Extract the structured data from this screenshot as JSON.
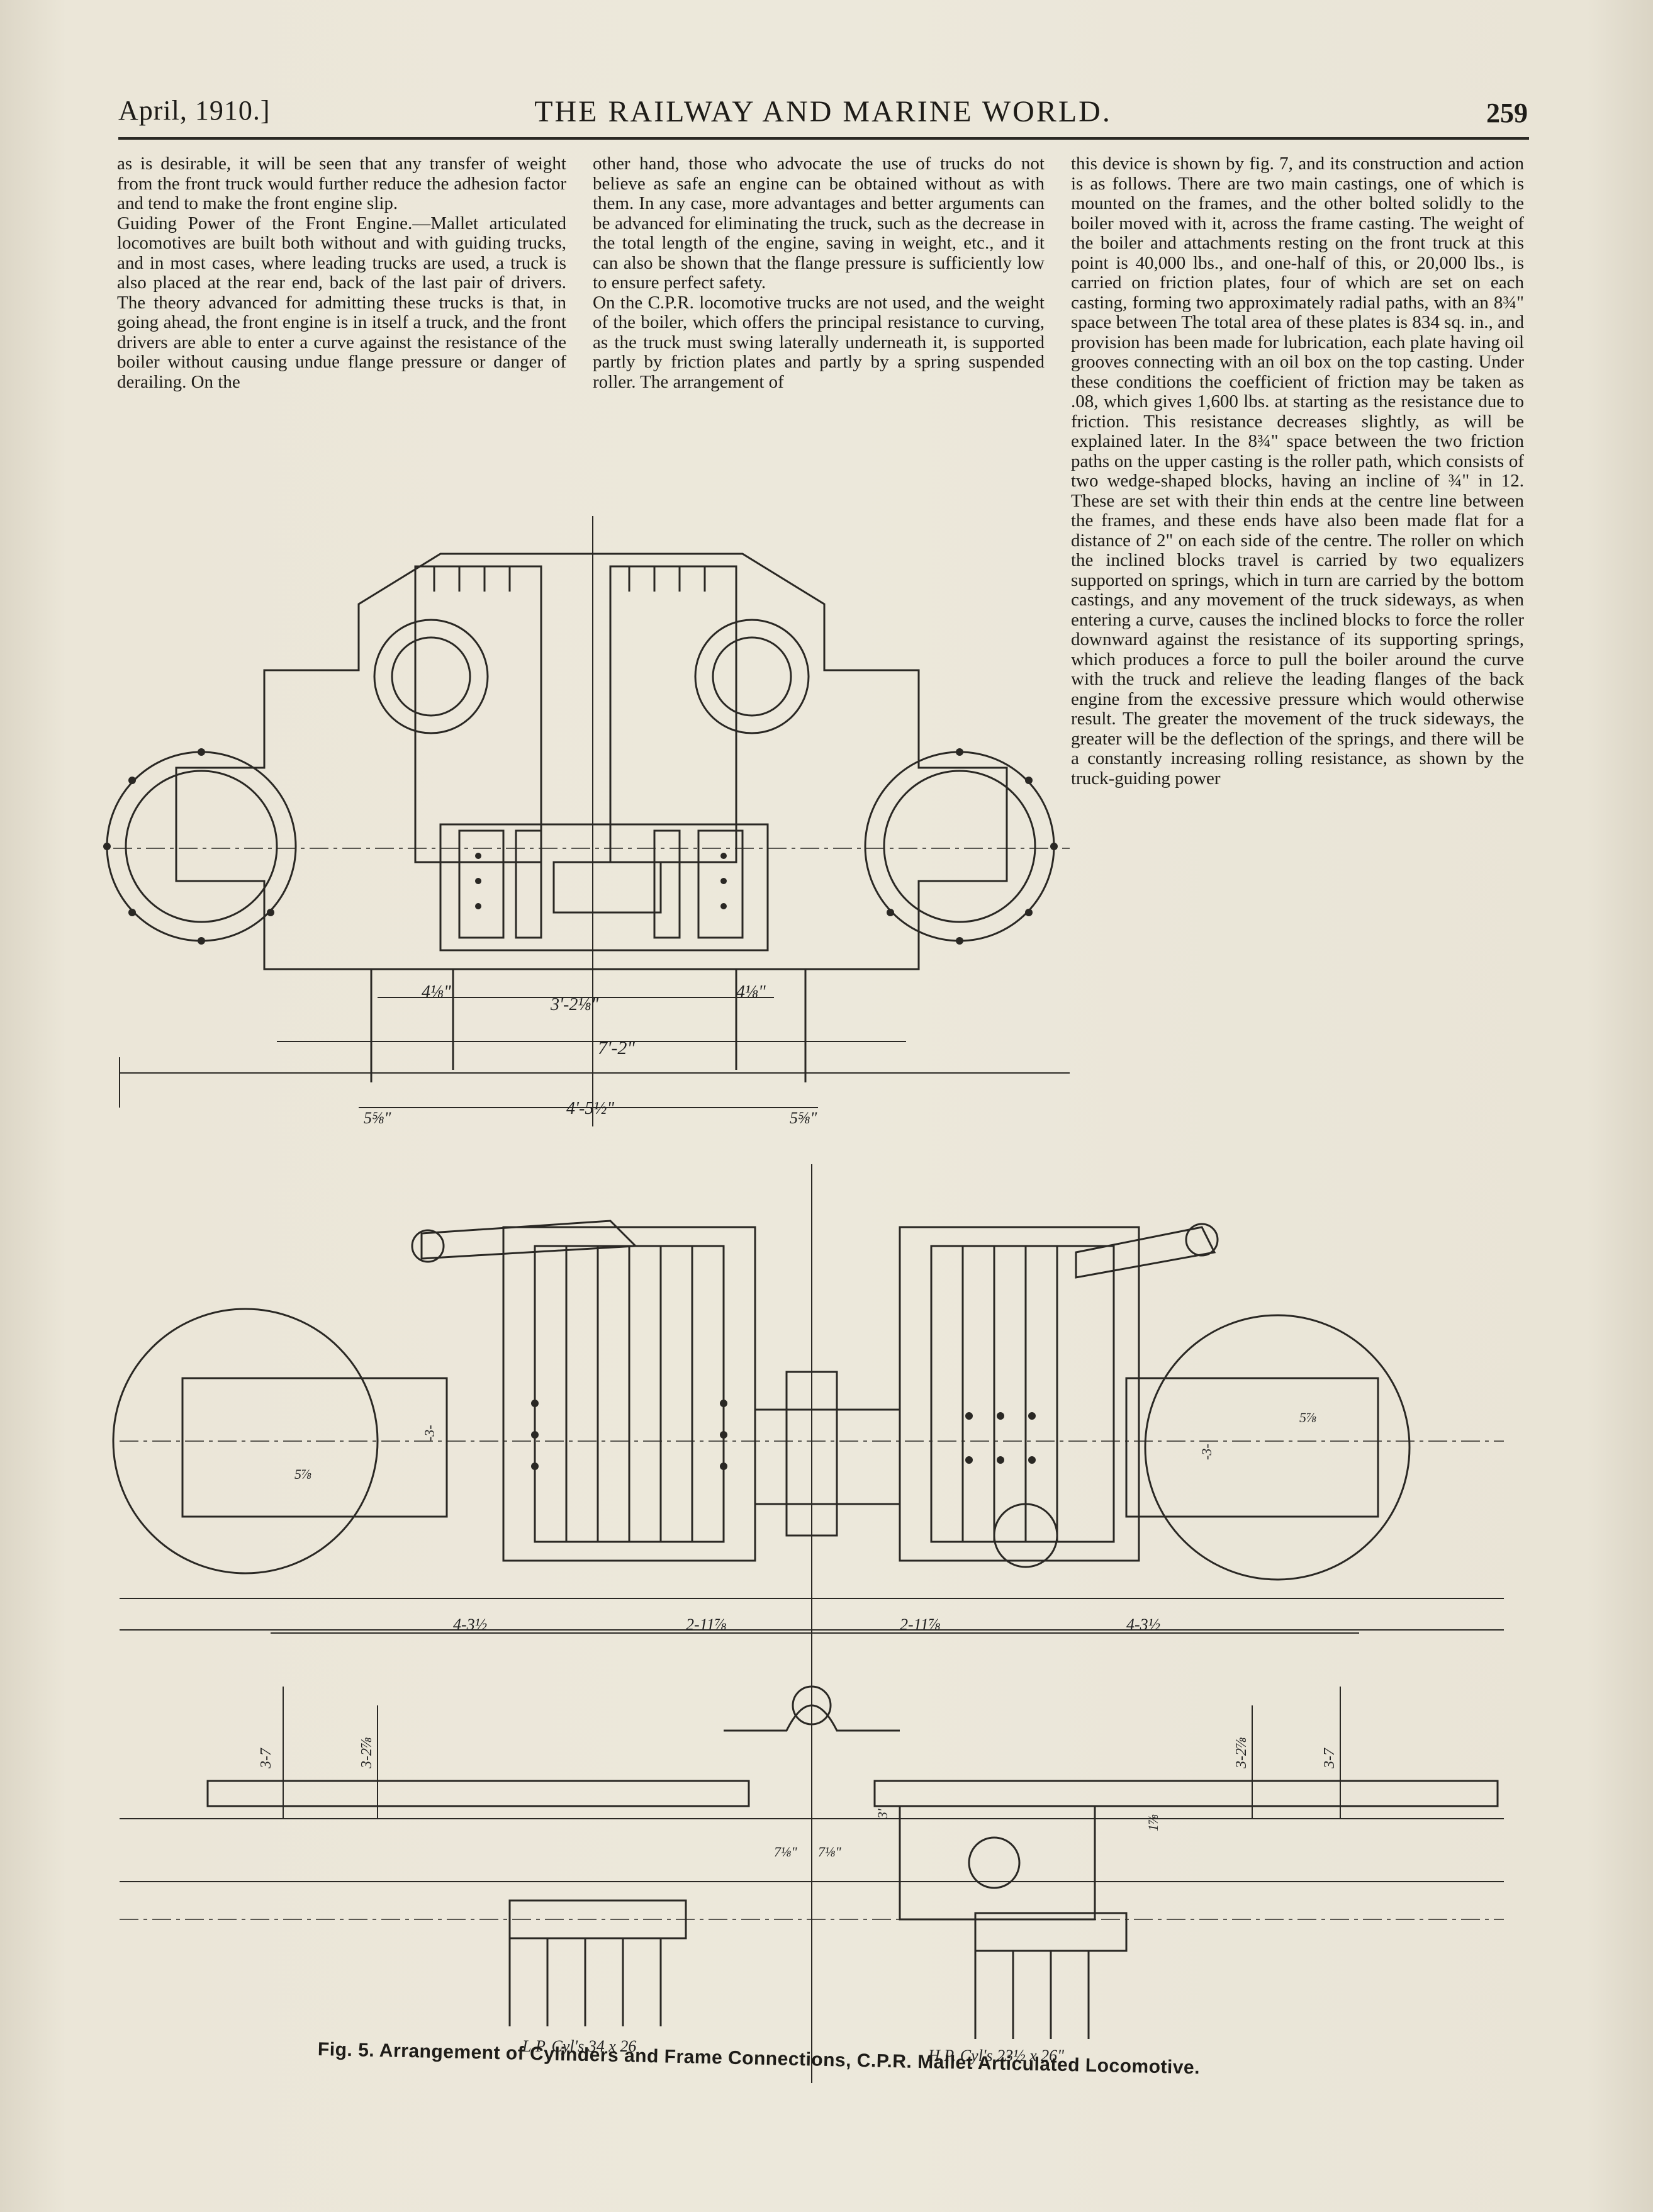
{
  "header": {
    "date": "April, 1910.]",
    "title": "THE RAILWAY AND MARINE WORLD.",
    "page_number": "259"
  },
  "columns": {
    "col1": "as is desirable, it will be seen that any transfer of weight from the front truck would further reduce the adhesion factor and tend to make the front engine slip.\nGuiding Power of the Front Engine.—Mallet articulated locomotives are built both without and with guiding trucks, and in most cases, where leading trucks are used, a truck is also placed at the rear end, back of the last pair of drivers. The theory advanced for admitting these trucks is that, in going ahead, the front engine is in itself a truck, and the front drivers are able to enter a curve against the resistance of the boiler without causing undue flange pressure or danger of derailing. On the",
    "col2": "other hand, those who advocate the use of trucks do not believe as safe an engine can be obtained without as with them. In any case, more advantages and better arguments can be advanced for eliminating the truck, such as the decrease in the total length of the engine, saving in weight, etc., and it can also be shown that the flange pressure is sufficiently low to ensure perfect safety.\nOn the C.P.R. locomotive trucks are not used, and the weight of the boiler, which offers the principal resistance to curving, as the truck must swing laterally underneath it, is supported partly by friction plates and partly by a spring suspended roller. The arrangement of",
    "col3": "this device is shown by fig. 7, and its construction and action is as follows. There are two main castings, one of which is mounted on the frames, and the other bolted solidly to the boiler moved with it, across the frame casting. The weight of the boiler and attachments resting on the front truck at this point is 40,000 lbs., and one-half of this, or 20,000 lbs., is carried on friction plates, four of which are set on each casting, forming two approximately radial paths, with an 8¾\" space between The total area of these plates is 834 sq. in., and provision has been made for lubrication, each plate having oil grooves connecting with an oil box on the top casting. Under these conditions the coefficient of friction may be taken as .08, which gives 1,600 lbs. at starting as the resistance due to friction. This resistance decreases slightly, as will be explained later. In the 8¾\" space between the two friction paths on the upper casting is the roller path, which consists of two wedge-shaped blocks, having an incline of ¾\" in 12. These are set with their thin ends at the centre line between the frames, and these ends have also been made flat for a distance of 2\" on each side of the centre. The roller on which the inclined blocks travel is carried by two equalizers supported on springs, which in turn are carried by the bottom castings, and any movement of the truck sideways, as when entering a curve, causes the inclined blocks to force the roller downward against the resistance of its supporting springs, which produces a force to pull the boiler around the curve with the truck and relieve the leading flanges of the back engine from the excessive pressure which would otherwise result. The greater the movement of the truck sideways, the greater will be the deflection of the springs, and there will be a constantly increasing rolling resistance, as shown by the truck-guiding power"
  },
  "figure_top": {
    "dims": [
      "4⅛\"",
      "3'-2⅛\"",
      "4⅛\"",
      "7'-2\"",
      "5⅝\"",
      "4'-5½\"",
      "5⅝\""
    ]
  },
  "figure_bottom": {
    "dims": [
      "4-3½",
      "2-11⅞",
      "2-11⅞",
      "4-3½",
      "3-7",
      "3-2⅞",
      "3-2⅞",
      "3-7",
      "1⅞",
      "7⅛\"",
      "7⅛\"",
      "3'"
    ],
    "wheel_marks": [
      "-3-",
      "-3-",
      "5⅞",
      "5⅞"
    ],
    "lp_cyl_label": "L.P. Cyl's 34 x 26",
    "hp_cyl_label": "H.P. Cyl's 23½ x 26\""
  },
  "caption": "Fig. 5. Arrangement of Cylinders and Frame Connections, C.P.R. Mallet Articulated Locomotive."
}
